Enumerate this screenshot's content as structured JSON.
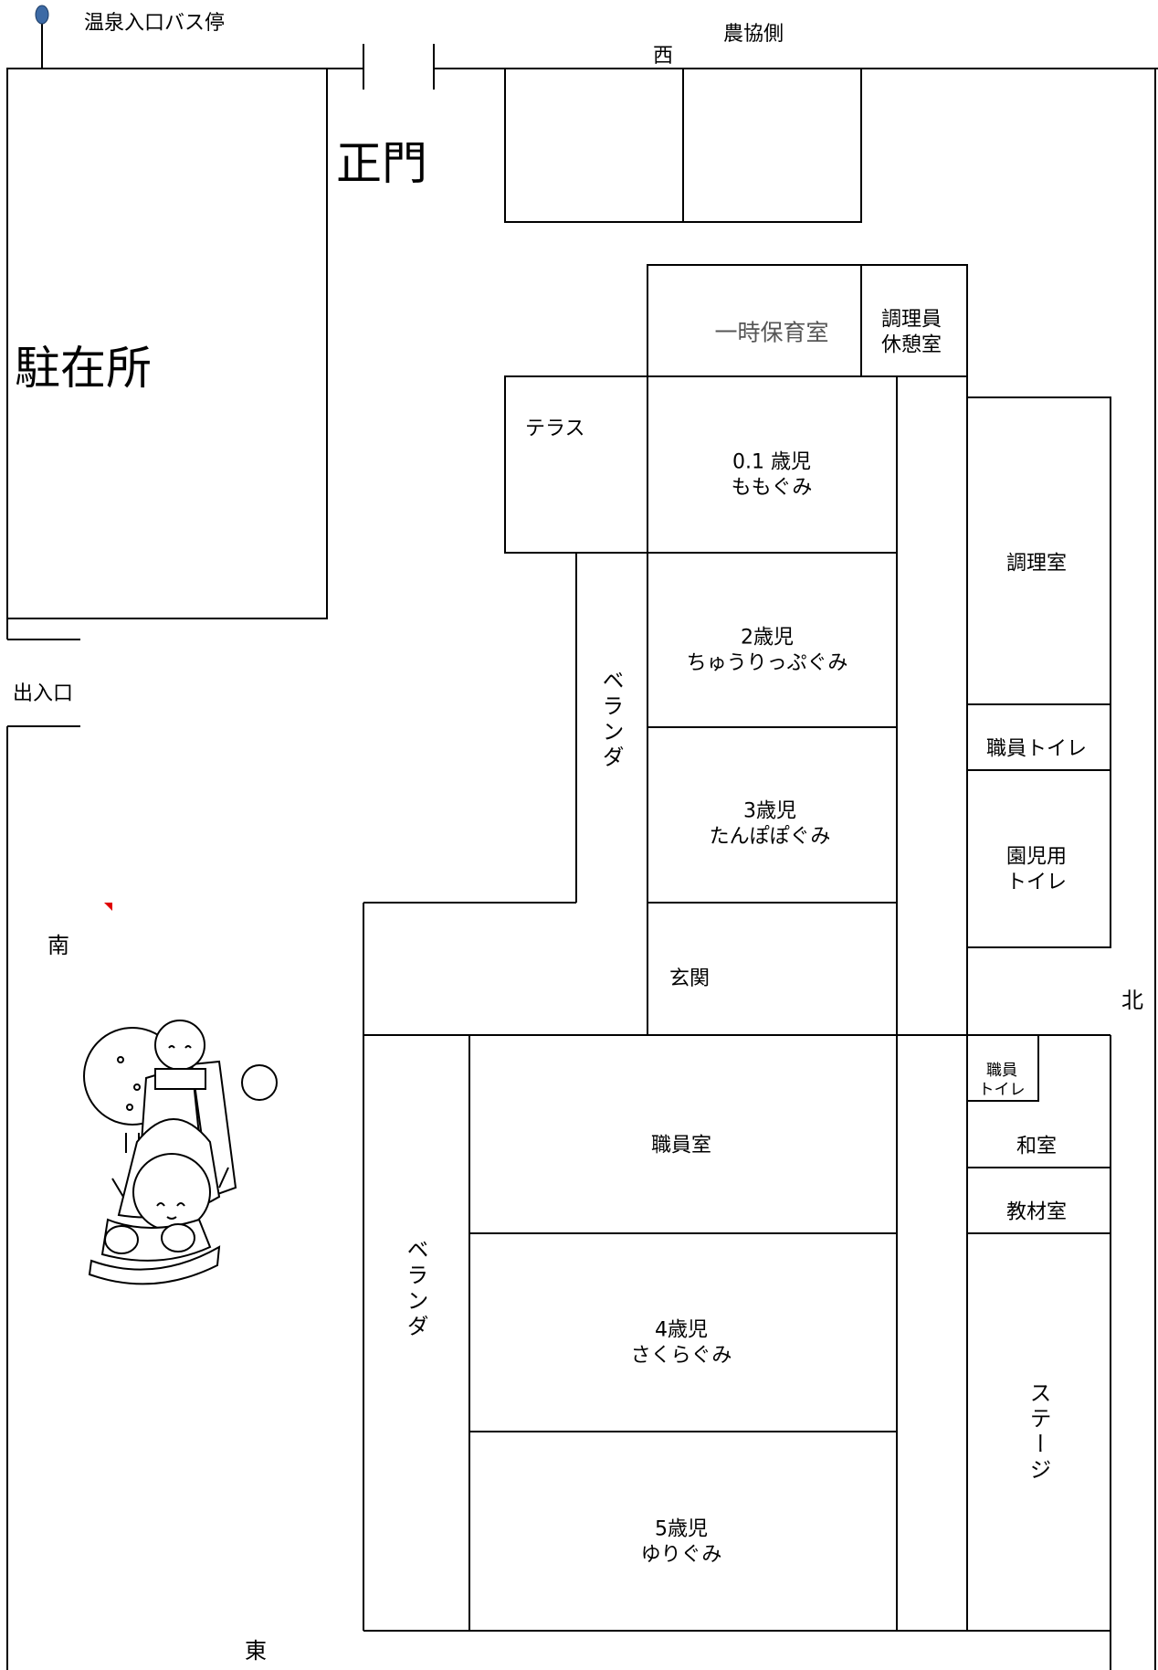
{
  "plan": {
    "bus_stop": "温泉入口バス停",
    "ja_side": "農協側",
    "main_gate": "正門",
    "police_box": "駐在所",
    "entrance_exit": "出入口",
    "dir_west": "西",
    "dir_south": "南",
    "dir_north": "北",
    "dir_east": "東",
    "temp_care": "一時保育室",
    "cook_rest": "調理員\n休憩室",
    "terrace": "テラス",
    "room_01": "0.1 歳児\nももぐみ",
    "room_2": "2歳児\nちゅうりっぷぐみ",
    "room_3": "3歳児\nたんぽぽぐみ",
    "kitchen": "調理室",
    "staff_toilet": "職員トイレ",
    "child_toilet": "園児用\nトイレ",
    "veranda_upper": "ベランダ",
    "entrance_hall": "玄関",
    "staff_room": "職員室",
    "staff_toilet_small": "職員\nトイレ",
    "japanese_room": "和室",
    "materials_room": "教材室",
    "veranda_lower": "ベランダ",
    "room_4": "4歳児\nさくらぐみ",
    "room_5": "5歳児\nゆりぐみ",
    "stage": "ステージ"
  },
  "colors": {
    "line": "#000000",
    "pin": "#3d6aa5",
    "marker": "#e00000"
  },
  "icons": {
    "bus_stop_pin": "map-pin-icon",
    "slide_illustration": "children-slide-illustration"
  }
}
